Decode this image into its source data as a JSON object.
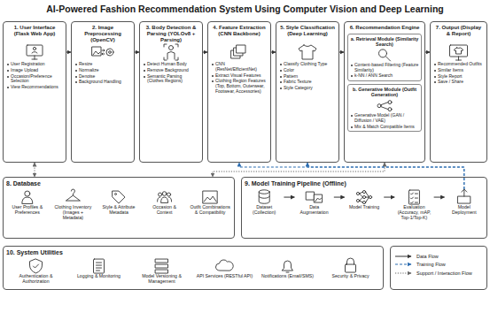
{
  "diagram": {
    "title": "AI-Powered Fashion Recommendation System Using Computer Vision and Deep Learning",
    "nodes": [
      {
        "text": [
          "1. User Interface (Flask Web App)",
          "User Registration",
          "Image Upload",
          "Occasion/Preference Selection",
          "View Recommendations"
        ]
      },
      {
        "text": [
          "2. Image Preprocessing (OpenCV)",
          "Resize",
          "Normalize",
          "Denoise",
          "Background Handling"
        ]
      },
      {
        "text": [
          "3. Body Detection & Parsing (YOLOv8 + Parsing)",
          "Detect Human Body",
          "Remove Background",
          "Semantic Parsing (Clothes Regions)"
        ]
      },
      {
        "text": [
          "4. Feature Extraction (CNN Backbone)",
          "CNN (ResNet/EfficientNet)",
          "Extract Visual Features",
          "Clothing Region Features (Top, Bottom, Outerwear, Footwear, Accessories)"
        ]
      },
      {
        "text": [
          "5. Style Classification (Deep Learning)",
          "Classify Clothing Type",
          "Color",
          "Pattern",
          "Fabric Texture",
          "Style Category"
        ]
      },
      {
        "text": [
          "6. Recommendation Engine"
        ]
      },
      {
        "text": [
          "a. Retrieval Module (Similarity Search)",
          "Content-based Filtering (Feature Similarity)",
          "k-NN / ANN Search"
        ],
        "in": 5
      },
      {
        "text": [
          "b. Generative Module (Outfit Generation)",
          "Generative Model (GAN / Diffusion / VAE)",
          "Mix & Match Compatible Items"
        ],
        "in": 5
      },
      {
        "text": [
          "7. Output (Display & Report)",
          "Recommended Outfits",
          "Similar Items",
          "Style Report",
          "Save / Share"
        ]
      },
      {
        "text": [
          "8. Database"
        ]
      },
      {
        "text": [
          "User Profiles & Preferences"
        ],
        "in": 9
      },
      {
        "text": [
          "Clothing Inventory (Images + Metadata)"
        ],
        "in": 9
      },
      {
        "text": [
          "Style & Attribute Metadata"
        ],
        "in": 9
      },
      {
        "text": [
          "Occasion & Context"
        ],
        "in": 9
      },
      {
        "text": [
          "Outfit Combinations & Compatibility"
        ],
        "in": 9
      },
      {
        "text": [
          "9. Model Training Pipeline (Offline)"
        ]
      },
      {
        "text": [
          "Dataset (Collection)"
        ],
        "in": 15
      },
      {
        "text": [
          "Data Augmentation"
        ],
        "in": 15
      },
      {
        "text": [
          "Model Training"
        ],
        "in": 15
      },
      {
        "text": [
          "Evaluation (Accuracy, mAP, Top-1/Top-K)"
        ],
        "in": 15
      },
      {
        "text": [
          "Model Deployment"
        ],
        "in": 15
      },
      {
        "text": [
          "10. System Utilities"
        ]
      },
      {
        "text": [
          "Authentication & Authorization"
        ],
        "in": 21
      },
      {
        "text": [
          "Logging & Monitoring"
        ],
        "in": 21
      },
      {
        "text": [
          "Model Versioning & Management"
        ],
        "in": 21
      },
      {
        "text": [
          "API Services (RESTful API)"
        ],
        "in": 21
      },
      {
        "text": [
          "Notifications (Email/SMS)"
        ],
        "in": 21
      },
      {
        "text": [
          "Security & Privacy"
        ],
        "in": 21
      }
    ],
    "edges": [
      {
        "from": 0,
        "to": 1,
        "arrow": "to"
      },
      {
        "from": 1,
        "to": 2,
        "arrow": "to"
      },
      {
        "from": 2,
        "to": 3,
        "arrow": "to"
      },
      {
        "from": 3,
        "to": 4,
        "arrow": "to"
      },
      {
        "from": 4,
        "to": 5,
        "arrow": "to"
      },
      {
        "from": 5,
        "to": 8,
        "arrow": "to"
      },
      {
        "from": 0,
        "to": 9,
        "arrow": "both"
      },
      {
        "from": 5,
        "to": 9,
        "arrow": "both"
      },
      {
        "from": 16,
        "to": 17,
        "arrow": "to"
      },
      {
        "from": 17,
        "to": 18,
        "arrow": "to"
      },
      {
        "from": 18,
        "to": 19,
        "arrow": "to"
      },
      {
        "from": 19,
        "to": 20,
        "arrow": "to"
      },
      {
        "from": 20,
        "to": 3,
        "arrow": "to"
      },
      {
        "from": 20,
        "to": 4,
        "arrow": "to"
      }
    ],
    "legend": [
      {
        "text": "Data Flow"
      },
      {
        "text": "Training Flow"
      },
      {
        "text": "Support / Interaction Flow"
      }
    ]
  }
}
